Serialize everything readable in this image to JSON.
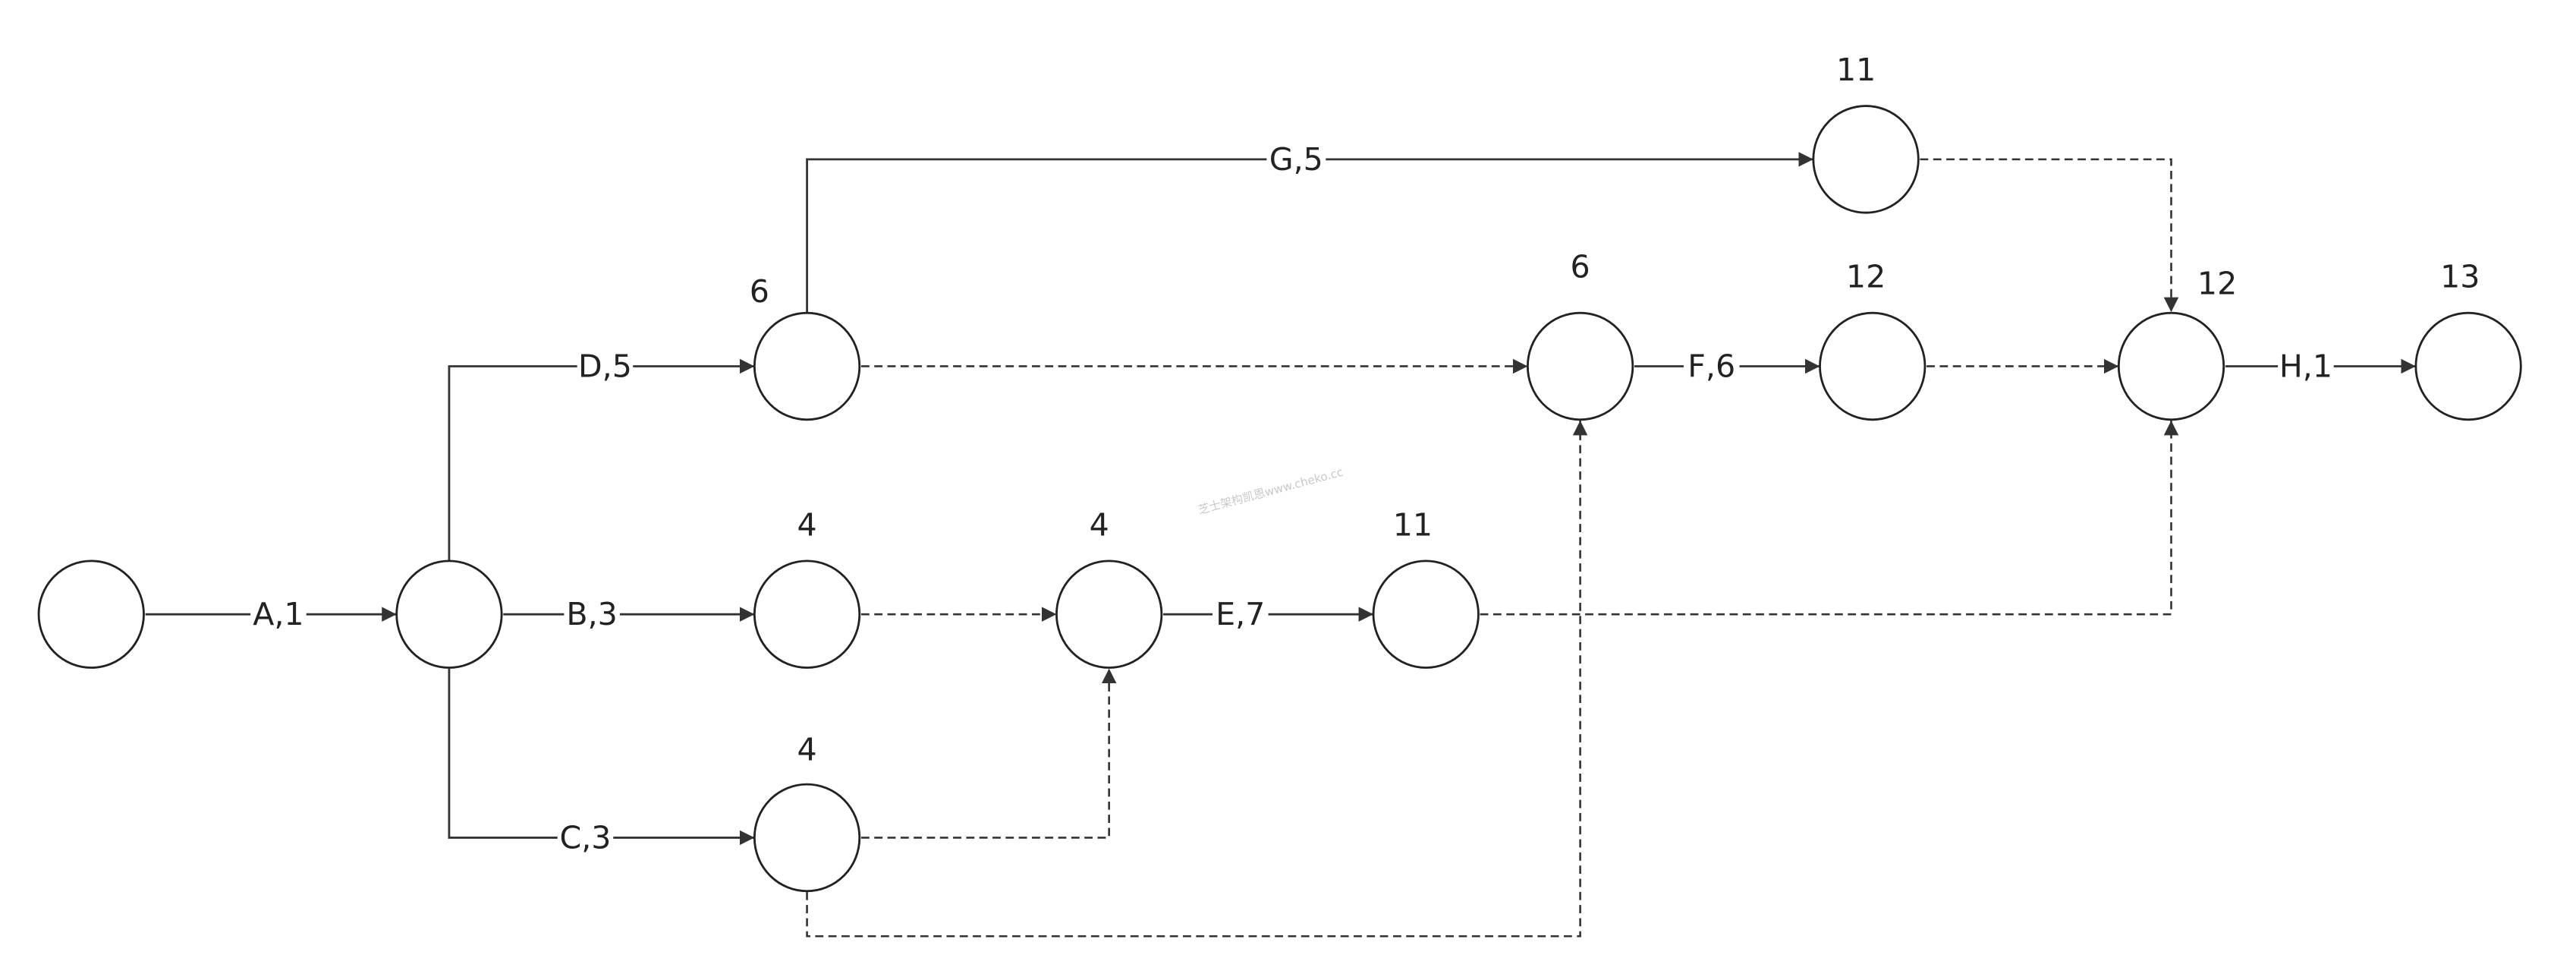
{
  "diagram": {
    "type": "activity-network",
    "watermark": "芝士架构凯恩www.cheko.cc",
    "activities": [
      {
        "id": "A",
        "label": "A,1"
      },
      {
        "id": "B",
        "label": "B,3"
      },
      {
        "id": "C",
        "label": "C,3"
      },
      {
        "id": "D",
        "label": "D,5"
      },
      {
        "id": "E",
        "label": "E,7"
      },
      {
        "id": "F",
        "label": "F,6"
      },
      {
        "id": "G",
        "label": "G,5"
      },
      {
        "id": "H",
        "label": "H,1"
      }
    ],
    "node_times": {
      "n3": "6",
      "n4": "4",
      "n5": "4",
      "n6": "4",
      "n7": "11",
      "n8": "6",
      "n9": "12",
      "n10": "11",
      "n11": "12",
      "n12": "13"
    }
  }
}
